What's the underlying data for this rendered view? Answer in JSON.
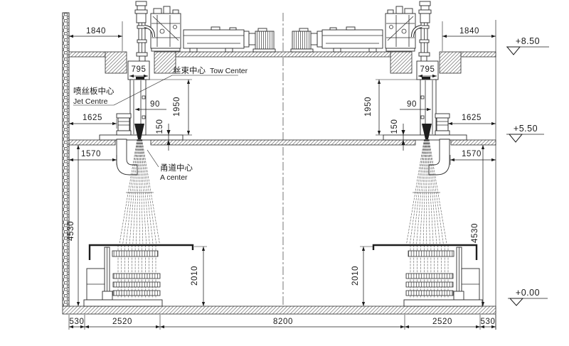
{
  "drawing": {
    "type": "spinning-line elevation section",
    "background": "#ffffff",
    "ink_color": "#1b1b1b"
  },
  "labels": {
    "tow_center_zh": "丝束中心",
    "tow_center_en": "Tow Center",
    "jet_centre_zh": "喷丝板中心",
    "jet_centre_en": "Jet Centre",
    "a_center_zh": "甬道中心",
    "a_center_en": "A center"
  },
  "elevations": {
    "roof": "+8.50",
    "mid": "+5.50",
    "ground": "+0.00"
  },
  "dimensions": {
    "wall_offset": "1840",
    "beam_width": "795",
    "jet_offset": "90",
    "beam_to_floor": "1950",
    "plate_gap": "150",
    "wall_to_unit": "1625",
    "wall_to_duct": "1570",
    "mid_floor_height": "4530",
    "takeup_height": "2010",
    "bay_edge": "530",
    "bay_span": "2520",
    "center_span": "8200"
  }
}
